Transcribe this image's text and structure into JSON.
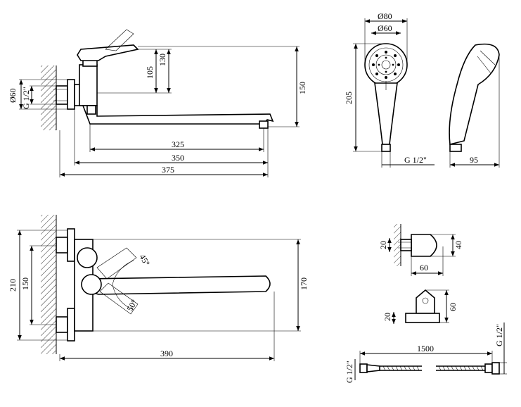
{
  "top_left": {
    "d_base": "Ø60",
    "thread": "G 1/2\"",
    "h105": "105",
    "h130": "130",
    "h150": "150",
    "l325": "325",
    "l350": "350",
    "l375": "375"
  },
  "shower_head": {
    "d80": "Ø80",
    "d60": "Ø60",
    "h205": "205",
    "thread": "G 1/2\"",
    "w95": "95"
  },
  "bottom_left": {
    "h210": "210",
    "h150": "150",
    "h170": "170",
    "l390": "390",
    "a45": "45°",
    "a50": "50°"
  },
  "holder_1": {
    "h20": "20",
    "h40": "40",
    "w60": "60"
  },
  "holder_2": {
    "h20": "20",
    "h60": "60"
  },
  "hose": {
    "len": "1500",
    "thread_left": "G 1/2\"",
    "thread_right": "G 1/2\""
  }
}
